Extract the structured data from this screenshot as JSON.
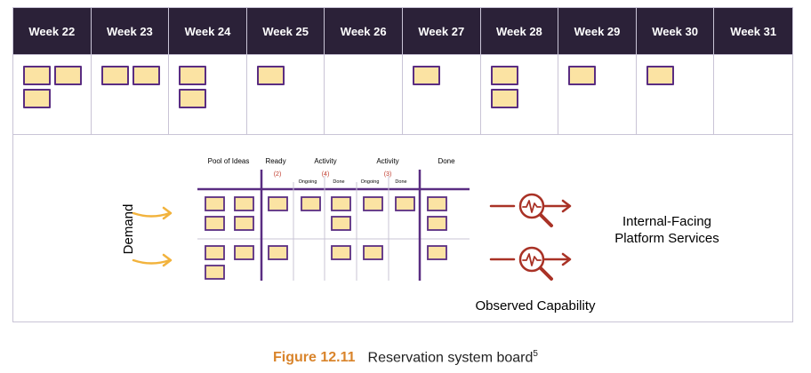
{
  "weeks": [
    {
      "label": "Week 22",
      "cards": 3
    },
    {
      "label": "Week 23",
      "cards": 2
    },
    {
      "label": "Week 24",
      "cards": 2
    },
    {
      "label": "Week 25",
      "cards": 1
    },
    {
      "label": "Week 26",
      "cards": 0
    },
    {
      "label": "Week 27",
      "cards": 1
    },
    {
      "label": "Week 28",
      "cards": 2
    },
    {
      "label": "Week 29",
      "cards": 1
    },
    {
      "label": "Week 30",
      "cards": 1
    },
    {
      "label": "Week 31",
      "cards": 0
    }
  ],
  "kanban": {
    "headers": {
      "pool": "Pool of Ideas",
      "ready": "Ready",
      "activity1": "Activity",
      "activity2": "Activity",
      "done": "Done"
    },
    "wip": {
      "ready": "(2)",
      "activity1": "(4)",
      "activity2": "(3)"
    },
    "sub": {
      "ongoing1": "Ongoing",
      "done1": "Done",
      "ongoing2": "Ongoing",
      "done2": "Done"
    }
  },
  "demand_label": "Demand",
  "service_label_line1": "Internal-Facing",
  "service_label_line2": "Platform Services",
  "capability_label": "Observed Capability",
  "caption": {
    "figure": "Figure 12.11",
    "text": "Reservation system board",
    "footnote": "5"
  },
  "colors": {
    "header_bg": "#2b2138",
    "card_fill": "#fbe3a3",
    "card_border": "#5a2d82",
    "arrow_yellow": "#f2b33d",
    "arrow_red": "#a93226"
  }
}
